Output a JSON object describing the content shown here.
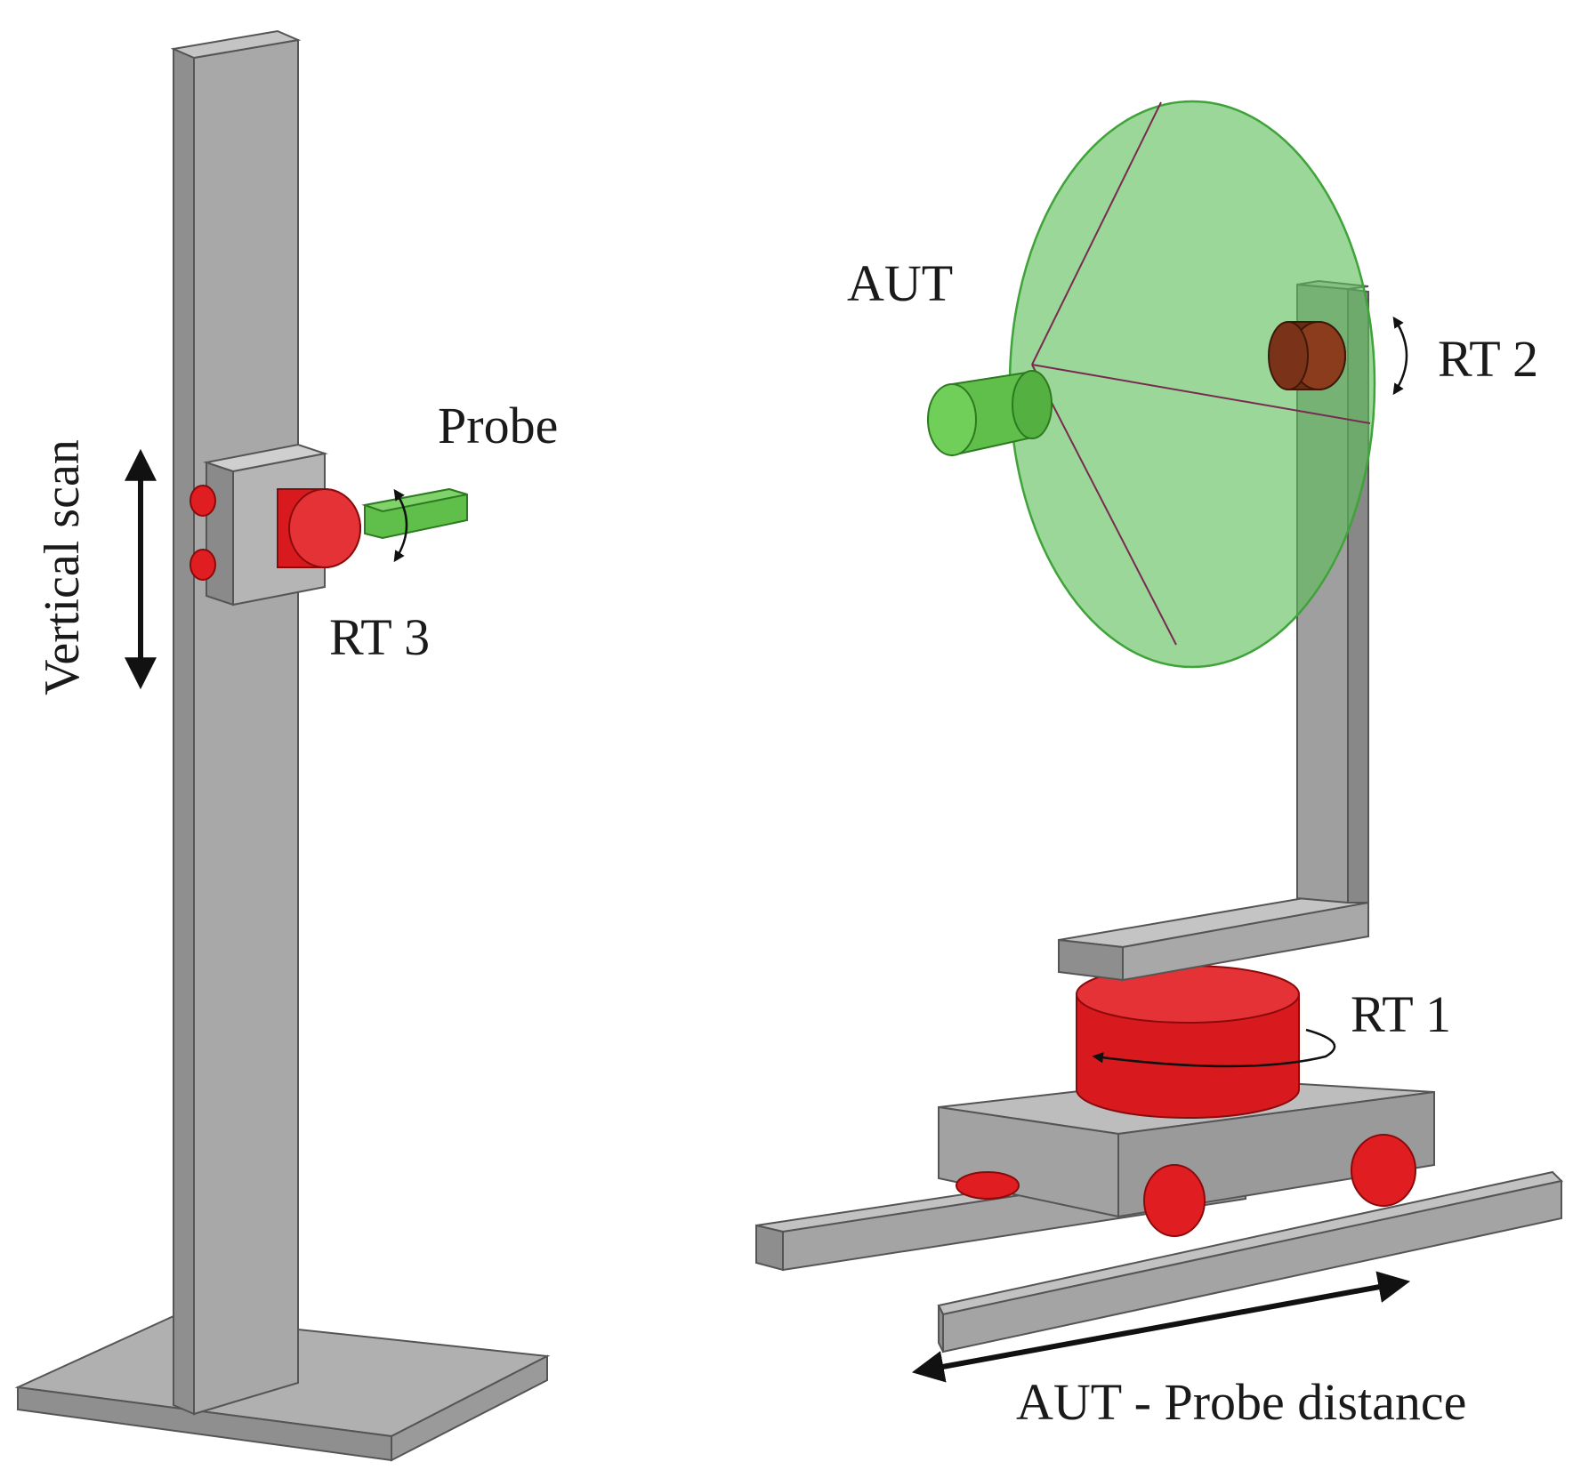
{
  "labels": {
    "vertical_scan": "Vertical scan",
    "probe": "Probe",
    "rt3": "RT 3",
    "aut": "AUT",
    "rt2": "RT 2",
    "rt1": "RT 1",
    "distance": "AUT - Probe distance"
  },
  "colors": {
    "steel": "#a6a6a6",
    "steel_dark": "#8c8c8c",
    "red": "#e01e22",
    "green": "#5fbf4a",
    "dish": "#8fd08a",
    "brown": "#7a3318",
    "arrow": "#111111"
  }
}
